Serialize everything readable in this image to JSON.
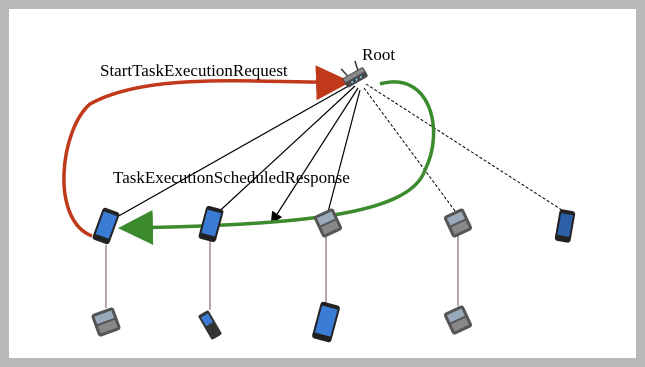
{
  "diagram": {
    "root_label": "Root",
    "request_label": "StartTaskExecutionRequest",
    "response_label": "TaskExecutionScheduledResponse",
    "colors": {
      "request_arrow": "#c0391b",
      "response_arrow": "#3c8a2e",
      "border": "#b9b9b9"
    },
    "icons": {
      "root": "router-icon",
      "level1": [
        "smartphone-icon",
        "smartphone-icon",
        "feature-phone-icon",
        "feature-phone-icon",
        "smartphone-icon"
      ],
      "level2": [
        "feature-phone-icon",
        "flip-phone-icon",
        "smartphone-icon",
        "feature-phone-icon"
      ]
    }
  }
}
